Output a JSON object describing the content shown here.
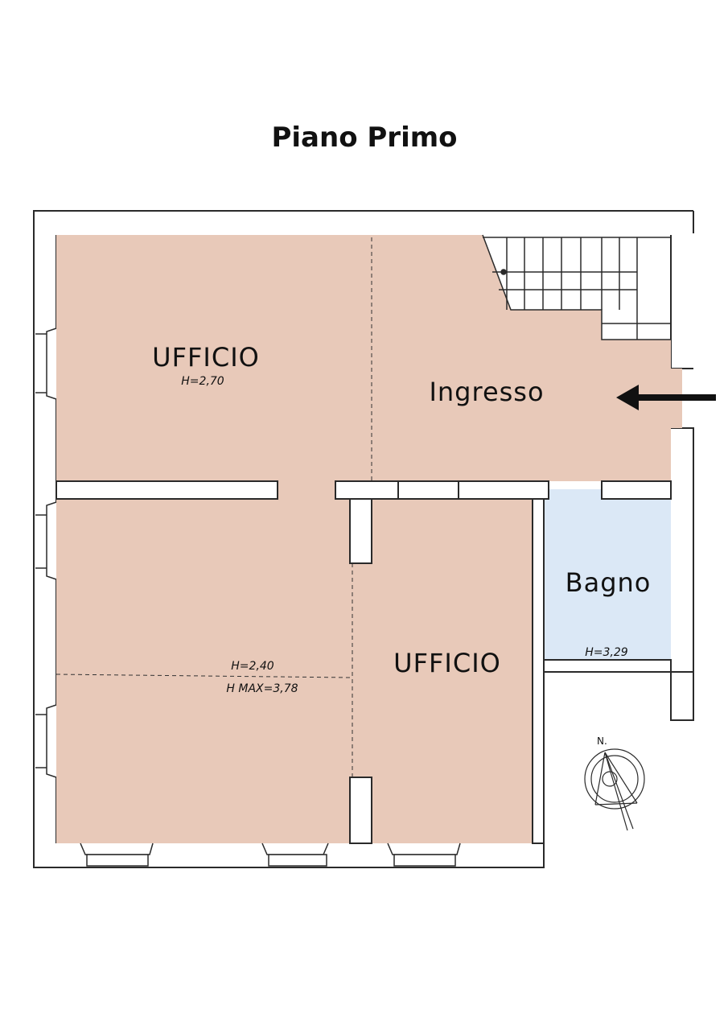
{
  "title": "Piano Primo",
  "colors": {
    "room_fill": "#e8c9b9",
    "bath_fill": "#dbe8f6",
    "wall": "#2a2a2a"
  },
  "rooms": {
    "ufficio_top": {
      "name": "UFFICIO",
      "height": "H=2,70"
    },
    "ingresso": {
      "name": "Ingresso"
    },
    "bagno": {
      "name": "Bagno",
      "height": "H=3,29"
    },
    "ufficio_bottom": {
      "name": "UFFICIO"
    },
    "large_room": {
      "height": "H=2,40",
      "height_max": "H MAX=3,78"
    }
  },
  "compass": {
    "label": "N."
  },
  "icons": {
    "entrance": "arrow-left-icon",
    "compass": "compass-icon"
  }
}
